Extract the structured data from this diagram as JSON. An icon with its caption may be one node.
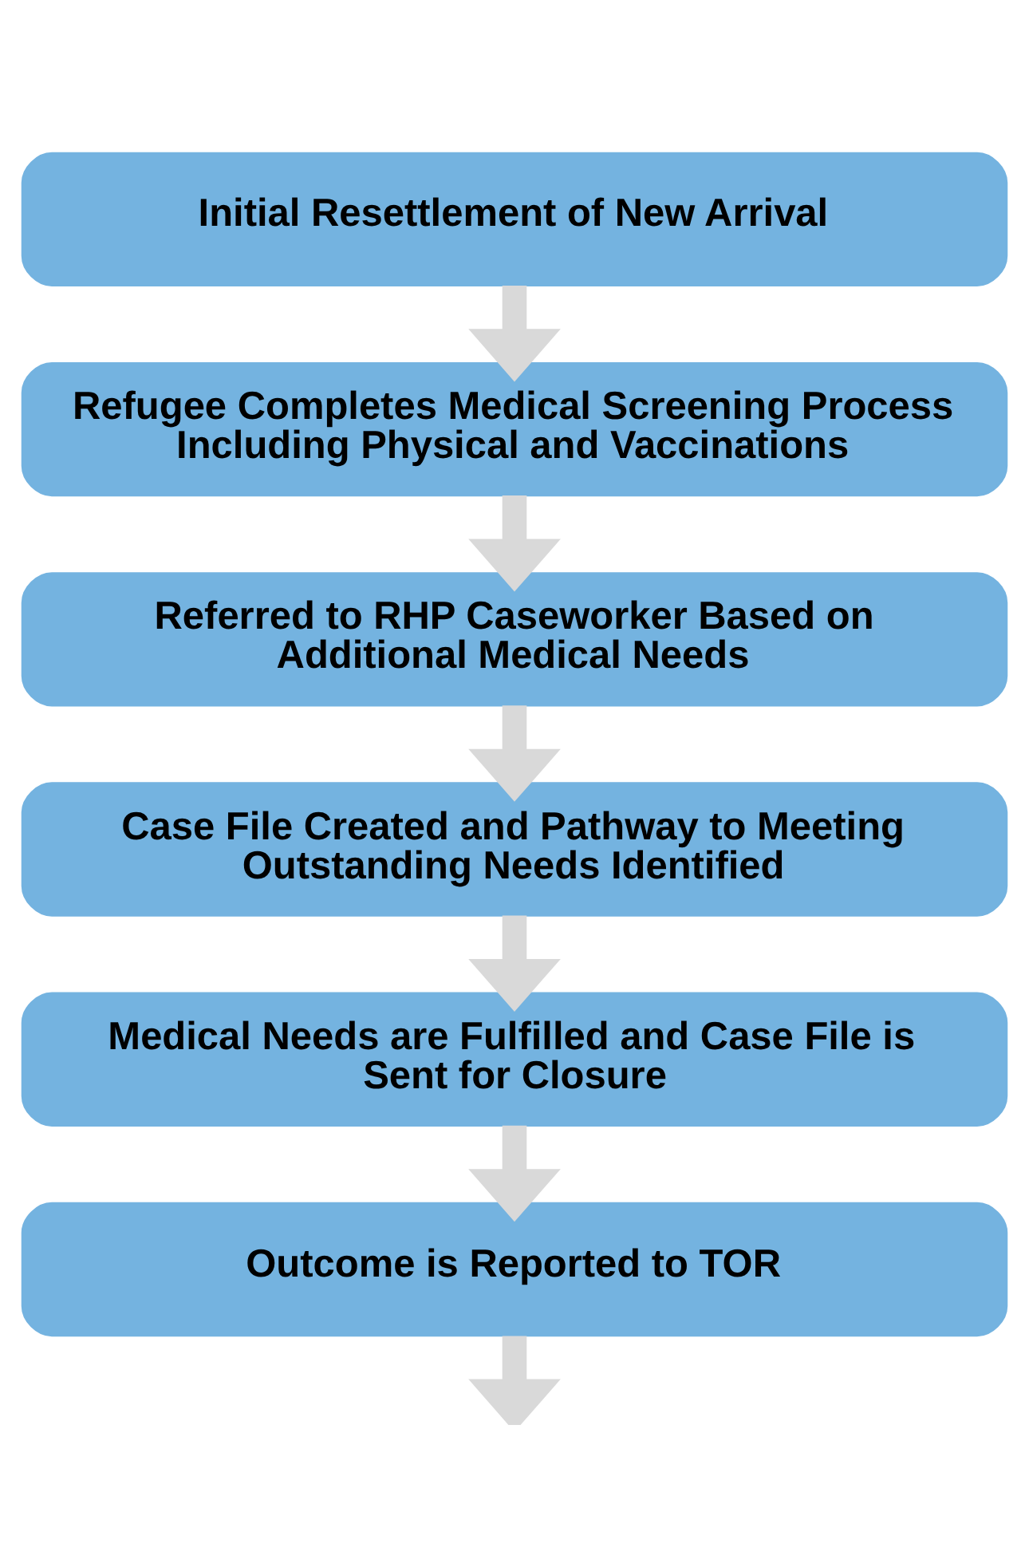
{
  "diagram": {
    "nodes": [
      {
        "text": [
          "Initial Resettlement of New Arrival"
        ]
      },
      {
        "text": [
          "Refugee Completes Medical Screening Process Including Physical and Vaccinations"
        ]
      },
      {
        "text": [
          "Referred to RHP Caseworker Based on Additional Medical Needs"
        ]
      },
      {
        "text": [
          "Case File Created and Pathway to Meeting Outstanding Needs Identified"
        ]
      },
      {
        "text": [
          "Medical Needs are Fulfilled and Case File is Sent for Closure"
        ]
      },
      {
        "text": [
          "Outcome is Reported to TOR"
        ]
      }
    ],
    "edges": [
      {
        "from": 0,
        "to": 1,
        "arrow": "to"
      },
      {
        "from": 1,
        "to": 2,
        "arrow": "to"
      },
      {
        "from": 2,
        "to": 3,
        "arrow": "to"
      },
      {
        "from": 3,
        "to": 4,
        "arrow": "to"
      },
      {
        "from": 4,
        "to": 5,
        "arrow": "to"
      },
      {
        "from": 5,
        "to": null,
        "arrow": "to"
      }
    ]
  }
}
